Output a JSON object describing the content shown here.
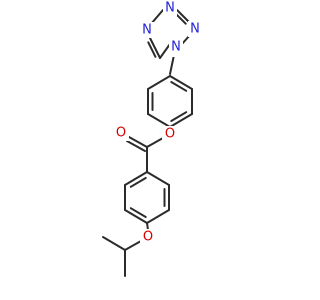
{
  "labels": {
    "tetrazole": [
      "N",
      "N",
      "N",
      "N"
    ],
    "ester_carbonyl_oxygen": "O",
    "ester_link_oxygen": "O",
    "ether_oxygen": "O"
  },
  "colors": {
    "bond": "#2b2b2b",
    "nitrogen": "#2323d4",
    "oxygen": "#d40000"
  }
}
